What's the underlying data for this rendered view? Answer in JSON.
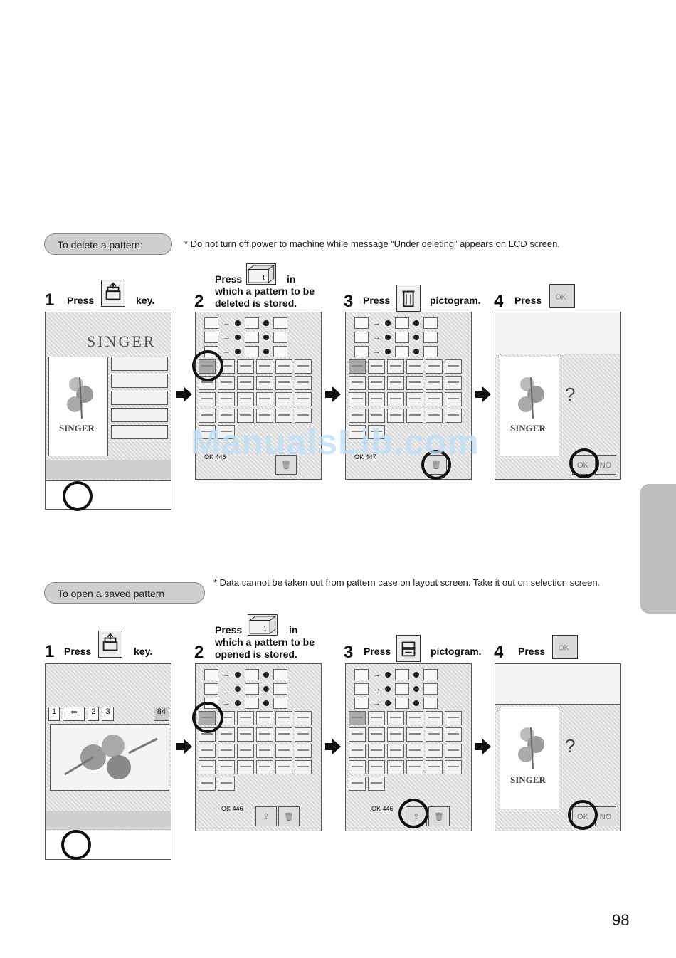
{
  "delete_section": {
    "heading": "To delete a pattern:",
    "note": "* Do not turn off power to machine while message “Under deleting” appears on LCD screen.",
    "step1": {
      "num": "1",
      "pre": "Press",
      "post": "key."
    },
    "step2": {
      "num": "2",
      "pre": "Press",
      "mid": "in",
      "line2": "which a pattern to be",
      "line3": "deleted is stored."
    },
    "step3": {
      "num": "3",
      "pre": "Press",
      "post": "pictogram."
    },
    "step4": {
      "num": "4",
      "pre": "Press"
    },
    "screen1": {
      "brand": "SINGER",
      "card_brand": "SINGER"
    },
    "screen2": {
      "ok": "OK",
      "count": "446"
    },
    "screen3": {
      "ok": "OK",
      "count": "447"
    },
    "screen4": {
      "card_brand": "SINGER",
      "ok": "OK",
      "no": "NO"
    }
  },
  "open_section": {
    "heading": "To open a saved pattern",
    "note": "* Data cannot be taken out from pattern case on layout screen. Take it out on selection screen.",
    "step1": {
      "num": "1",
      "pre": "Press",
      "post": "key."
    },
    "step2": {
      "num": "2",
      "pre": "Press",
      "mid": "in",
      "line2": "which a pattern to be",
      "line3": "opened is stored."
    },
    "step3": {
      "num": "3",
      "pre": "Press",
      "post": "pictogram."
    },
    "step4": {
      "num": "4",
      "pre": "Press"
    },
    "screen1": {
      "tabs": [
        "1",
        "2",
        "3"
      ],
      "count_badge": "84"
    },
    "screen2": {
      "ok": "OK",
      "count": "446"
    },
    "screen3": {
      "ok": "OK",
      "count": "446"
    },
    "screen4": {
      "card_brand": "SINGER",
      "ok": "OK",
      "no": "NO"
    }
  },
  "key_icons": {
    "case_tab": "1",
    "ok_label": "OK"
  },
  "watermark": "ManualsLib.com",
  "page_number": "98"
}
